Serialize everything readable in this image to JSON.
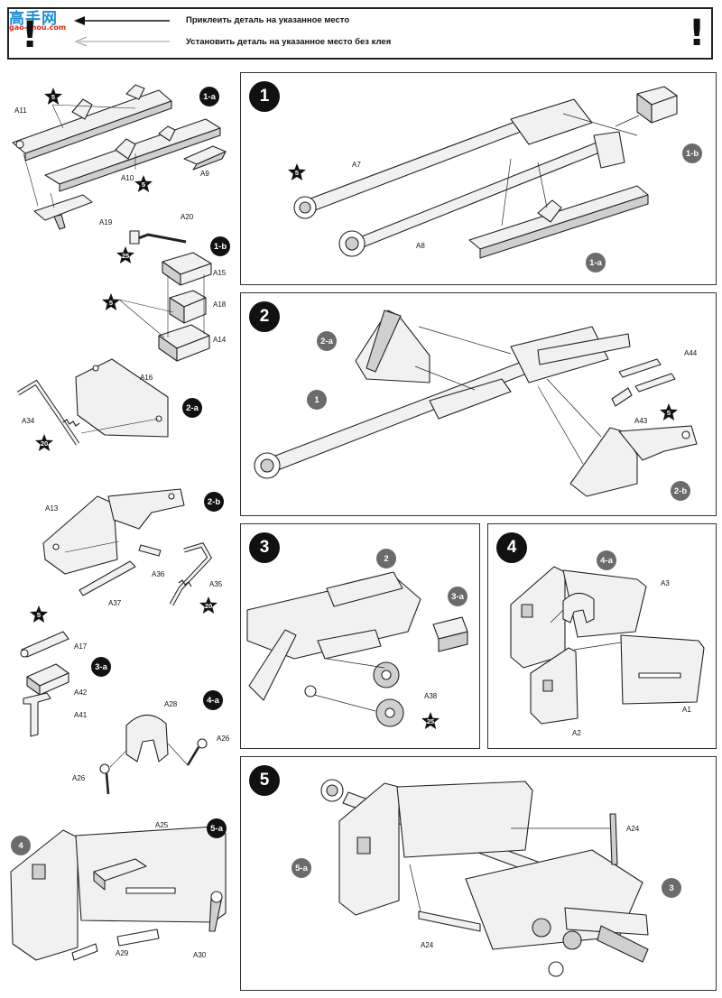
{
  "header": {
    "brand": "高手网",
    "brand_url": "gao-shou.com",
    "glue_text": "Приклеить деталь на указанное место",
    "noglue_text": "Установить деталь на указанное место без клея",
    "warning_mark": "!"
  },
  "steps": {
    "s1": "1",
    "s2": "2",
    "s3": "3",
    "s4": "4",
    "s5": "5"
  },
  "subassemblies": {
    "s1a": "1-a",
    "s1b": "1-b",
    "s2a": "2-a",
    "s2b": "2-b",
    "s3a": "3-a",
    "s4a": "4-a",
    "s5a": "5-a"
  },
  "refs": {
    "r1": "1",
    "r2": "2",
    "r3": "3",
    "r4": "4"
  },
  "parts": {
    "A1": "A1",
    "A2": "A2",
    "A3": "A3",
    "A7": "A7",
    "A8": "A8",
    "A9": "A9",
    "A10": "A10",
    "A11": "A11",
    "A13": "A13",
    "A14": "A14",
    "A15": "A15",
    "A16": "A16",
    "A17": "A17",
    "A18": "A18",
    "A19": "A19",
    "A20": "A20",
    "A24": "A24",
    "A25": "A25",
    "A26": "A26",
    "A28": "A28",
    "A29": "A29",
    "A30": "A30",
    "A34": "A34",
    "A35": "A35",
    "A36": "A36",
    "A37": "A37",
    "A38": "A38",
    "A41": "A41",
    "A42": "A42",
    "A43": "A43",
    "A44": "A44"
  },
  "stars": {
    "five": "5",
    "twenty": "20",
    "twentyfive": "25"
  }
}
